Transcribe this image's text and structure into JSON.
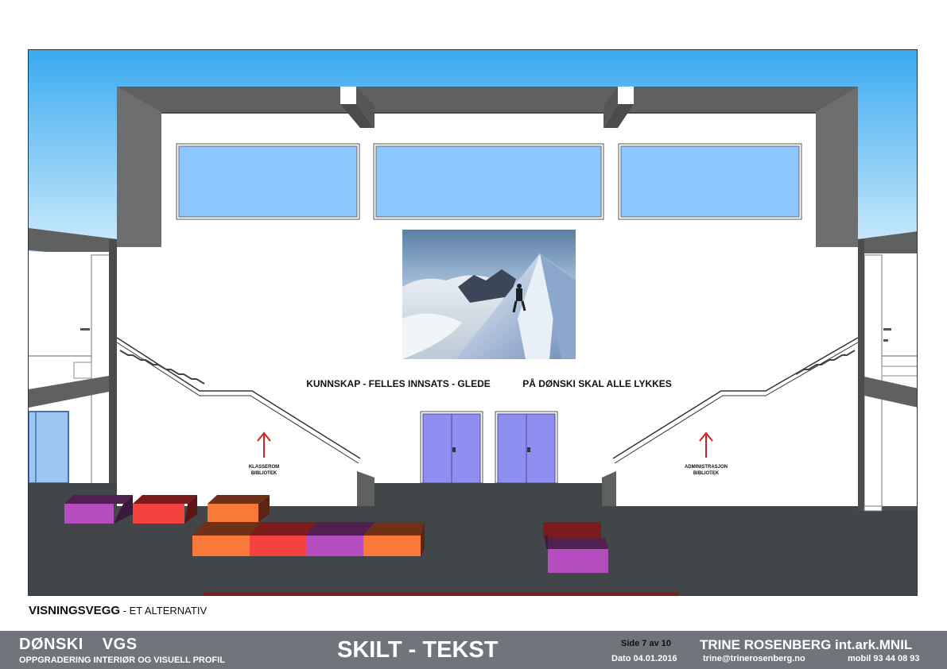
{
  "scene": {
    "slogan_left": "KUNNSKAP - FELLES INNSATS - GLEDE",
    "slogan_right": "PÅ DØNSKI SKAL ALLE LYKKES",
    "sign_left_line1": "KLASSEROM",
    "sign_left_line2": "BIBLIOTEK",
    "sign_right_line1": "ADMINISTRASJON",
    "sign_right_line2": "BIBLIOTEK"
  },
  "caption": {
    "title": "VISNINGSVEGG",
    "subtitle": " - ET ALTERNATIV"
  },
  "footer": {
    "project_word1": "DØNSKI",
    "project_word2": "VGS",
    "project_subtitle": "OPPGRADERING INTERIØR OG VISUELL PROFIL",
    "sheet_title": "SKILT - TEKST",
    "page": "Side 7 av 10",
    "date": "Dato 04.01.2016",
    "author": "TRINE ROSENBERG",
    "author_title": "int.ark.MNIL",
    "email": "trine@trinerosenberg.no",
    "mobile": "mobil  93 44 08 93"
  },
  "colors": {
    "sky_top": "#3aaaf0",
    "wall_grey": "#5f6060",
    "floor": "#434648",
    "window_blue": "#8ec6fe",
    "door_violet": "#8f8ef1",
    "seat_purple": "#b54dc0",
    "seat_red": "#f4433f",
    "seat_orange": "#f97938",
    "arrow_red": "#d4201e",
    "footer_bg": "#70757b"
  }
}
